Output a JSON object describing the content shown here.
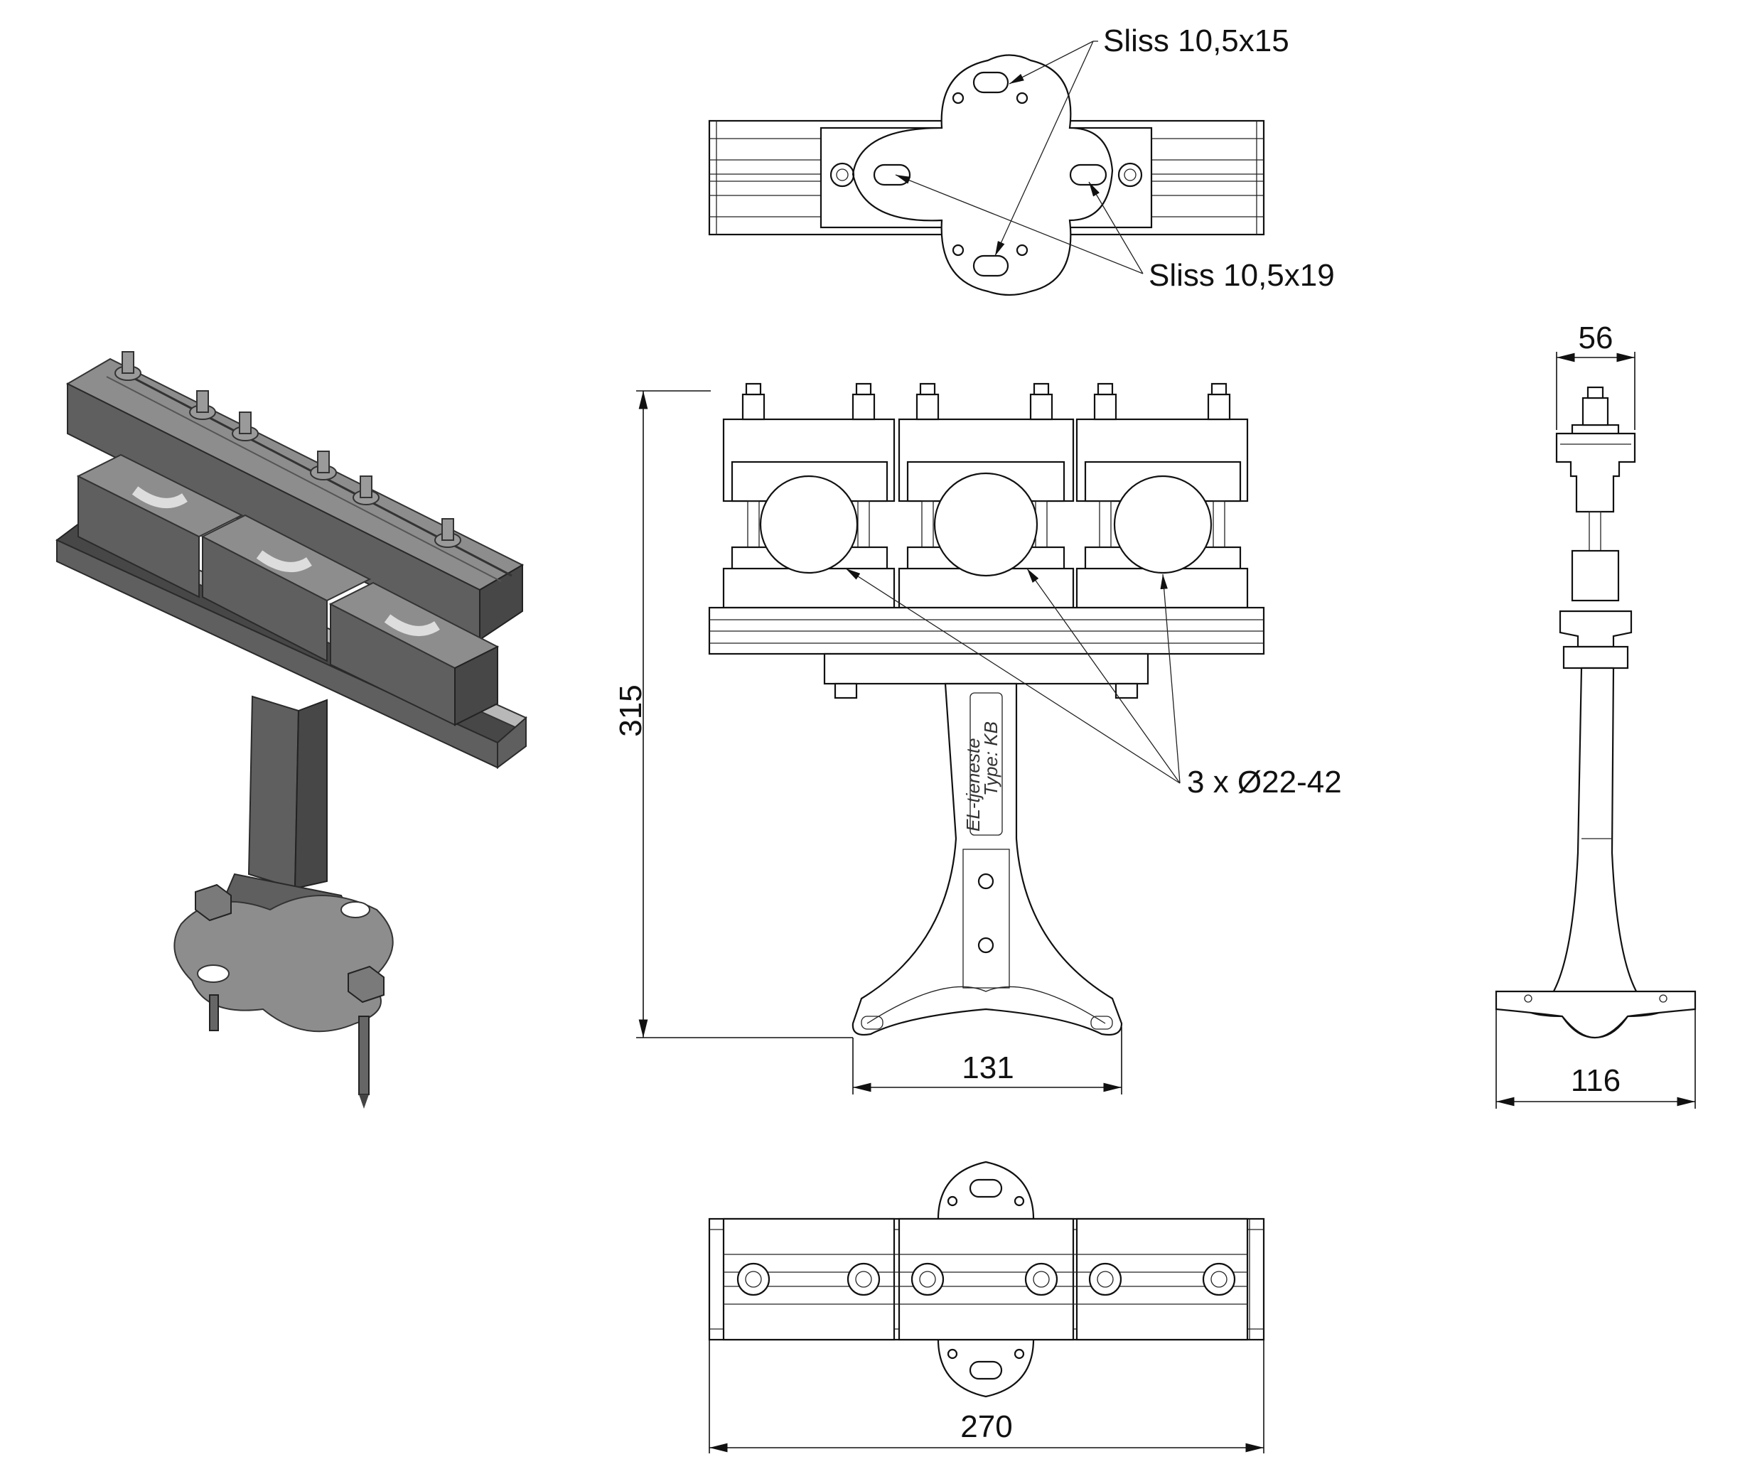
{
  "labels": {
    "slot_top": "Sliss 10,5x15",
    "slot_side": "Sliss 10,5x19",
    "clamp_diameter": "3 x Ø22-42"
  },
  "dimensions": {
    "height": "315",
    "base_width": "131",
    "length": "270",
    "rail_width": "56",
    "side_base_width": "116"
  },
  "marking": {
    "line1": "EL-tjeneste",
    "line2": "Type: KB"
  },
  "colors": {
    "line": "#111111",
    "render_light": "#b8b8b8",
    "render_mid": "#8d8d8d",
    "render_dark": "#474747"
  }
}
